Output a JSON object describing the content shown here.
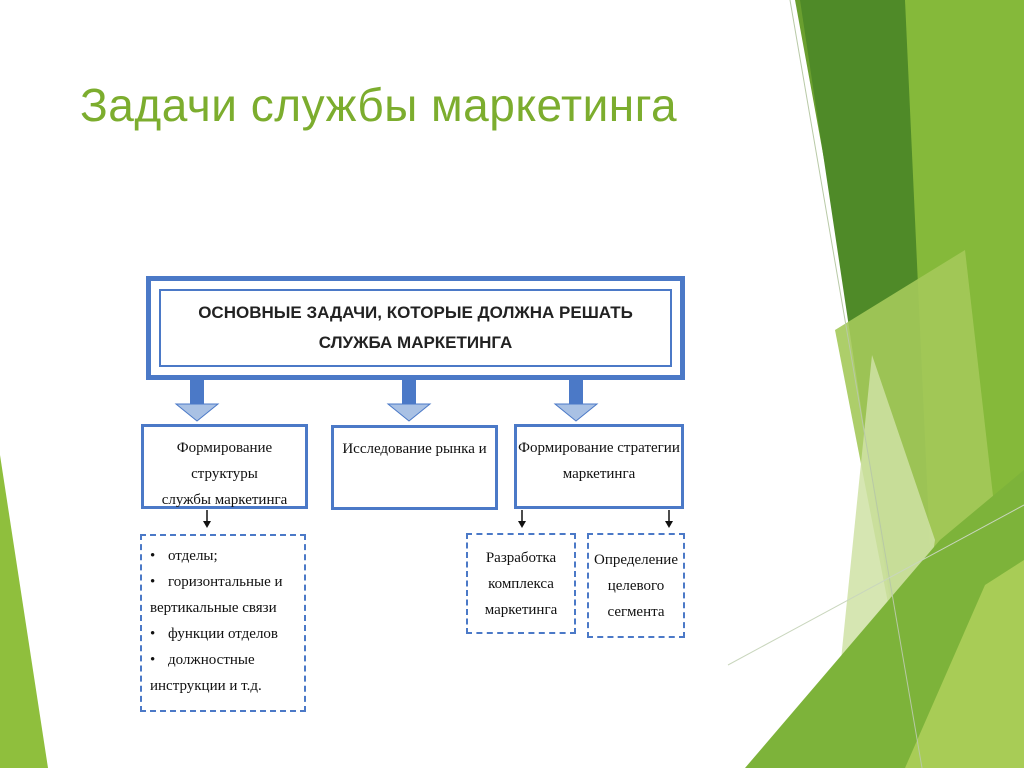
{
  "slide": {
    "title": "Задачи службы маркетинга"
  },
  "diagram": {
    "main": "ОСНОВНЫЕ ЗАДАЧИ, КОТОРЫЕ ДОЛЖНА РЕШАТЬ\nСЛУЖБА МАРКЕТИНГА",
    "tasks": [
      "Формирование структуры\nслужбы маркетинга",
      "Исследование рынка и",
      "Формирование стратегии\nмаркетинга"
    ],
    "structure_items": [
      "отделы;",
      "горизонтальные и",
      "вертикальные связи",
      "функции отделов",
      "должностные",
      "инструкции и т.д."
    ],
    "strategy_items": [
      "Разработка\nкомплекса\nмаркетинга",
      "Определение\nцелевого\nсегмента"
    ],
    "bullet_char": "•"
  },
  "colors": {
    "title": "#7cad2e",
    "box_border": "#4b79c7",
    "arrow_fill": "#4b79c7",
    "arrow_head": "#a9c1e4",
    "green_dark": "#4f8a28",
    "green_mid": "#78a936",
    "green_light": "#a8cc56",
    "green_pale": "#cfe2a4"
  }
}
